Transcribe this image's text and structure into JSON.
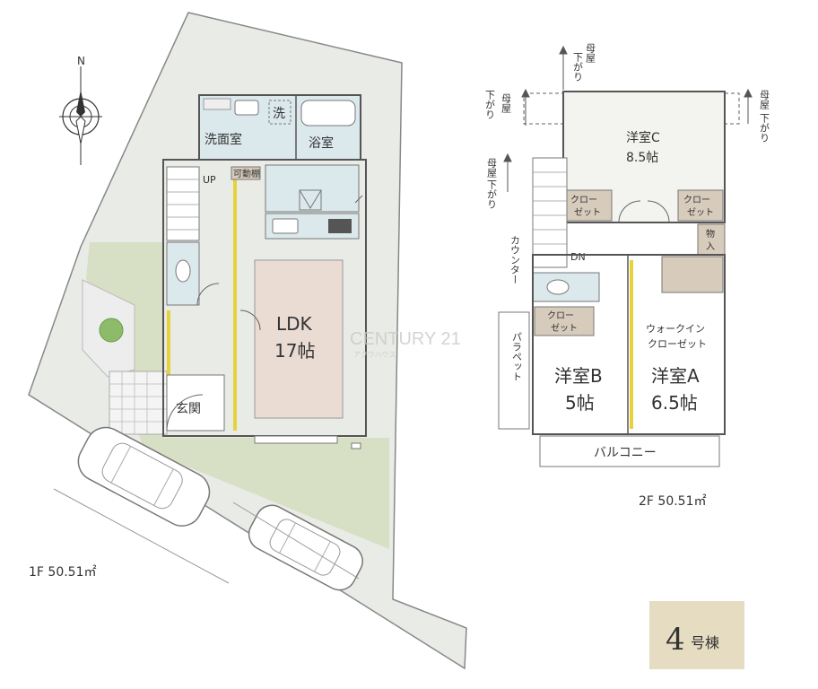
{
  "north_label": "N",
  "floor1": {
    "caption": "1F  50.51㎡",
    "rooms": {
      "wash_basin": "洗",
      "washroom": "洗面室",
      "bath": "浴室",
      "movable_shelf": "可動棚",
      "up": "UP",
      "ldk_name": "LDK",
      "ldk_size": "17帖",
      "entrance": "玄関"
    }
  },
  "floor2": {
    "caption": "2F  50.51㎡",
    "rooms": {
      "room_c_name": "洋室C",
      "room_c_size": "8.5帖",
      "closet_left_1": "クロー",
      "closet_left_2": "ゼット",
      "closet_right_1": "クロー",
      "closet_right_2": "ゼット",
      "storage_1": "物",
      "storage_2": "入",
      "dn": "DN",
      "closet_mid_1": "クロー",
      "closet_mid_2": "ゼット",
      "walkin_1": "ウォークイン",
      "walkin_2": "クローゼット",
      "room_b_name": "洋室B",
      "room_b_size": "5帖",
      "room_a_name": "洋室A",
      "room_a_size": "6.5帖",
      "balcony": "バルコニー",
      "parapet": "パラペット",
      "counter": "カウンター"
    },
    "annotations": {
      "top_1": "母屋",
      "top_2": "下がり",
      "left_1": "母屋",
      "left_2": "下がり",
      "left_b_1": "母屋",
      "left_b_2": "下がり",
      "right_1": "母屋",
      "right_2": "下がり"
    }
  },
  "watermark": {
    "main": "CENTURY 21",
    "sub": "アクワハウス"
  },
  "building_badge": {
    "number": "4",
    "suffix": "号棟"
  },
  "colors": {
    "ldk_floor": "#eadbd3",
    "wet_area": "#dbe8ec",
    "lawn": "#d7dfc4",
    "yard": "#e9ebe6",
    "closet": "#d7cbbb",
    "badge_bg": "#e6dcc2",
    "accent_yellow": "#e6d23a"
  }
}
